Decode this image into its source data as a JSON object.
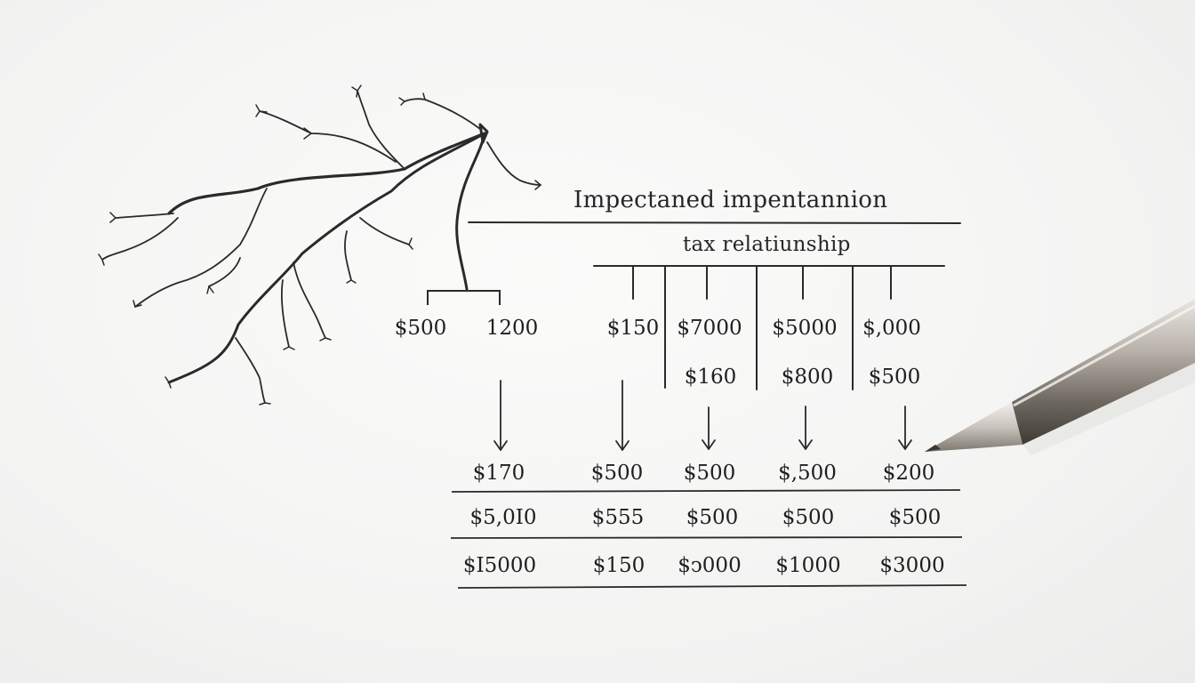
{
  "heading": "Impectaned impentannion",
  "subheading": "tax relatiunship",
  "tree_values": {
    "left": "$500",
    "right": "1200"
  },
  "columns": [
    {
      "top": "$150",
      "mid": "",
      "r1": "$500",
      "r2": "$555",
      "r3": "$150"
    },
    {
      "top": "$7000",
      "mid": "$160",
      "r1": "$500",
      "r2": "$500",
      "r3": "$ↄ000"
    },
    {
      "top": "$5000",
      "mid": "$800",
      "r1": "$,500",
      "r2": "$500",
      "r3": "$1000"
    },
    {
      "top": "$,000",
      "mid": "$500",
      "r1": "$200",
      "r2": "$500",
      "r3": "$3000"
    }
  ],
  "left_column": {
    "r1": "$170",
    "r2": "$5,0I0",
    "r3": "$I5000"
  },
  "icons": {
    "tree": "branching-tree-sketch-icon",
    "pen": "pen-icon"
  },
  "colors": {
    "ink": "#1f1f1f",
    "paper": "#f6f6f5",
    "pen_metal": "#8a847c"
  }
}
